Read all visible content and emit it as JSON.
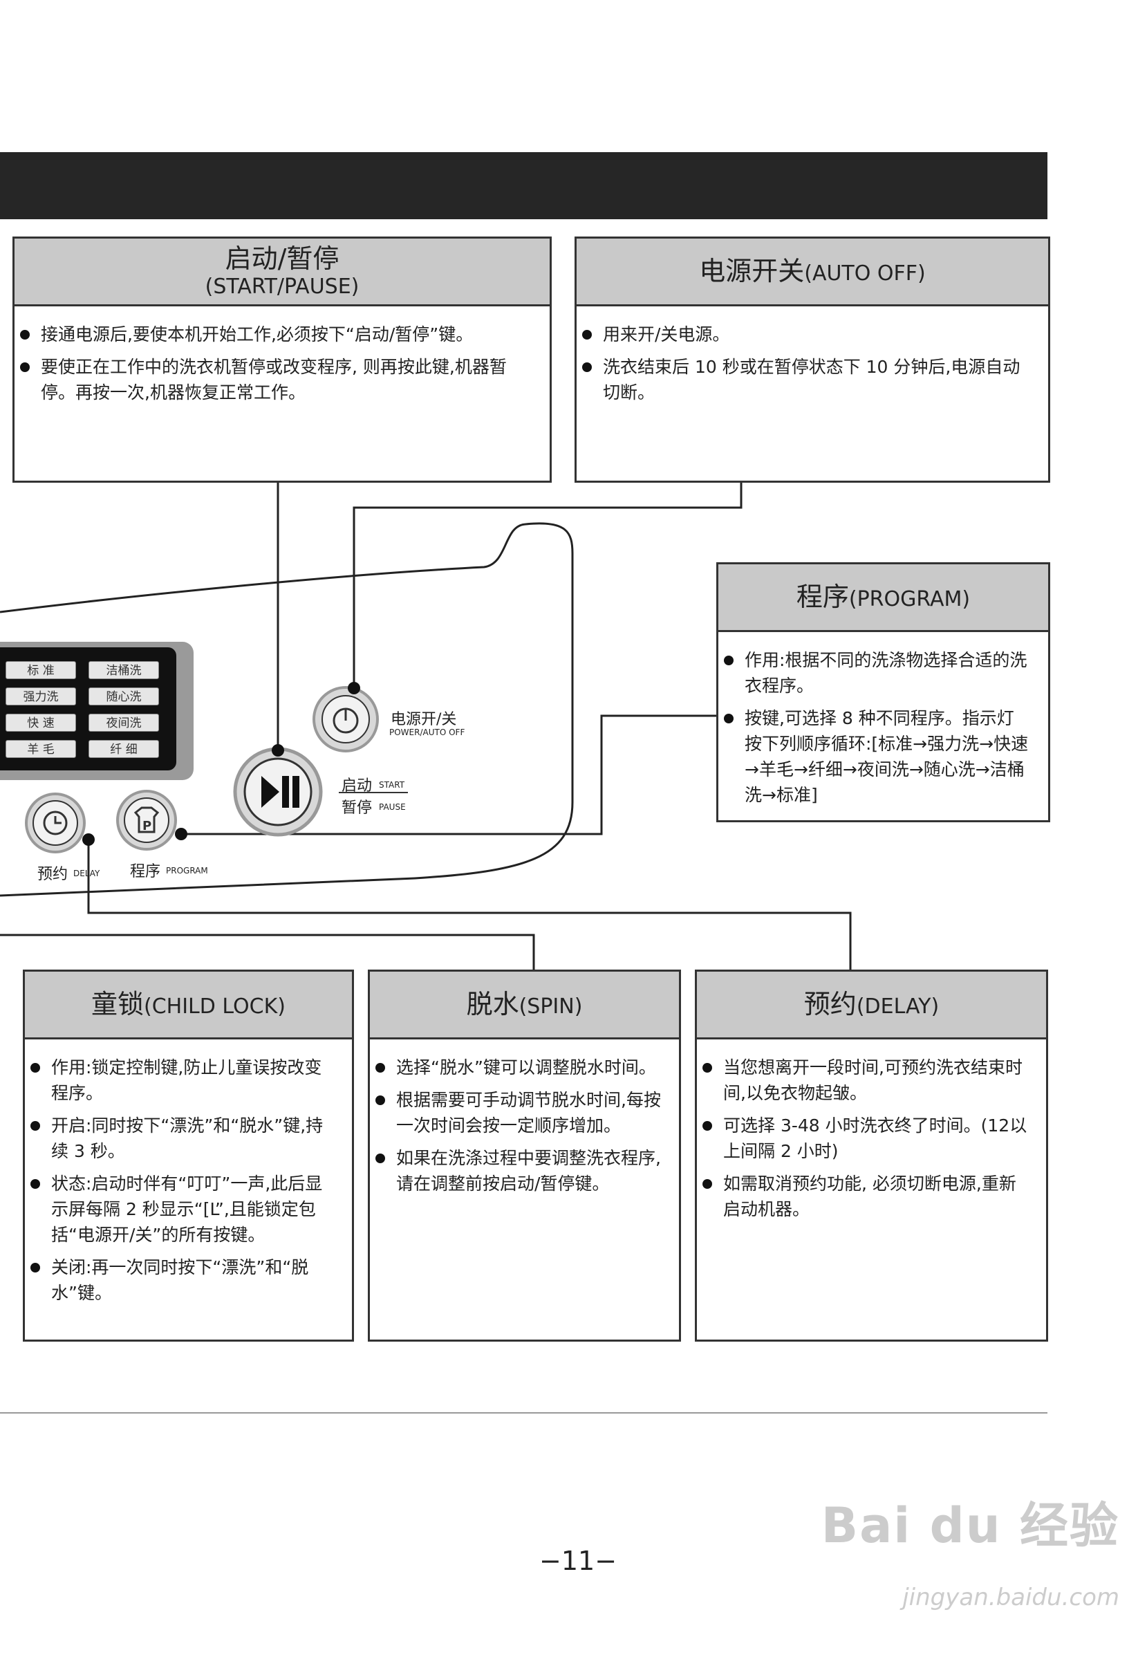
{
  "boxes": {
    "start": {
      "title": "启动/暂停",
      "subtitle": "(START/PAUSE)",
      "items": [
        "接通电源后,要使本机开始工作,必须按下“启动/暂停”键。",
        "要使正在工作中的洗衣机暂停或改变程序, 则再按此键,机器暂停。再按一次,机器恢复正常工作。"
      ]
    },
    "power": {
      "title_cn": "电源开关",
      "title_en": "(AUTO OFF)",
      "items": [
        "用来开/关电源。",
        "洗衣结束后 10 秒或在暂停状态下 10 分钟后,电源自动切断。"
      ]
    },
    "program": {
      "title_cn": "程序",
      "title_en": "(PROGRAM)",
      "items": [
        "作用:根据不同的洗涤物选择合适的洗衣程序。",
        "按键,可选择 8 种不同程序。指示灯按下列顺序循环:[标准→强力洗→快速→羊毛→纤细→夜间洗→随心洗→洁桶洗→标准]"
      ]
    },
    "childlock": {
      "title_cn": "童锁",
      "title_en": "(CHILD LOCK)",
      "items": [
        "作用:锁定控制键,防止儿童误按改变程序。",
        "开启:同时按下“漂洗”和“脱水”键,持续 3 秒。",
        "状态:启动时伴有“叮叮”一声,此后显示屏每隔 2 秒显示“[L”,且能锁定包括“电源开/关”的所有按键。",
        "关闭:再一次同时按下“漂洗”和“脱水”键。"
      ]
    },
    "spin": {
      "title_cn": "脱水",
      "title_en": "(SPIN)",
      "items": [
        "选择“脱水”键可以调整脱水时间。",
        "根据需要可手动调节脱水时间,每按一次时间会按一定顺序增加。",
        "如果在洗涤过程中要调整洗衣程序, 请在调整前按启动/暂停键。"
      ]
    },
    "delay": {
      "title_cn": "预约",
      "title_en": "(DELAY)",
      "items": [
        "当您想离开一段时间,可预约洗衣结束时间,以免衣物起皱。",
        "可选择 3-48 小时洗衣终了时间。(12以上间隔 2 小时)",
        "如需取消预约功能, 必须切断电源,重新启动机器。"
      ]
    }
  },
  "panel": {
    "programs": [
      "标 准",
      "洁桶洗",
      "强力洗",
      "随心洗",
      "快 速",
      "夜间洗",
      "羊 毛",
      "纤 细"
    ],
    "power_label_cn": "电源开/关",
    "power_label_en": "POWER/AUTO OFF",
    "start_label_cn1": "启动",
    "start_label_en1": "START",
    "start_label_cn2": "暂停",
    "start_label_en2": "PAUSE",
    "delay_label_cn": "预约",
    "delay_label_en": "DELAY",
    "program_label_cn": "程序",
    "program_label_en": "PROGRAM"
  },
  "page_number": "−11−",
  "watermark": "Bai du 经验",
  "watermark_url": "jingyan.baidu.com"
}
